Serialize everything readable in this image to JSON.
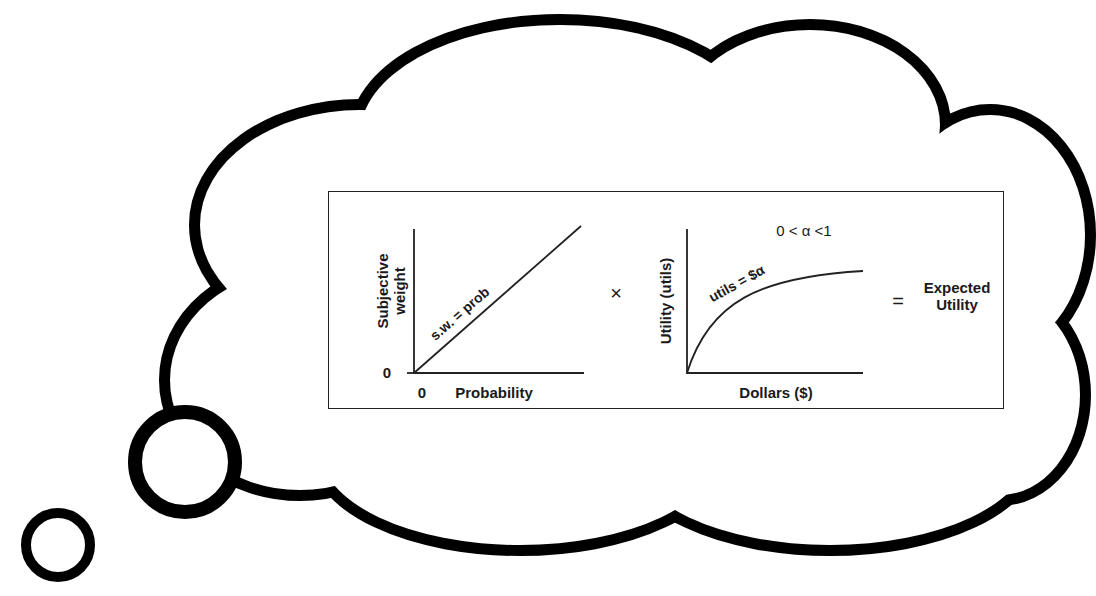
{
  "diagram": {
    "nodes": [
      {
        "text": [
          "Subjective weight",
          "0",
          "0",
          "Probability",
          "s.w. = prob",
          "×",
          "Utility (utils)",
          "0 < α <1",
          "utils = $α",
          "Dollars ($)",
          "=",
          "Expected Utility"
        ]
      }
    ]
  }
}
